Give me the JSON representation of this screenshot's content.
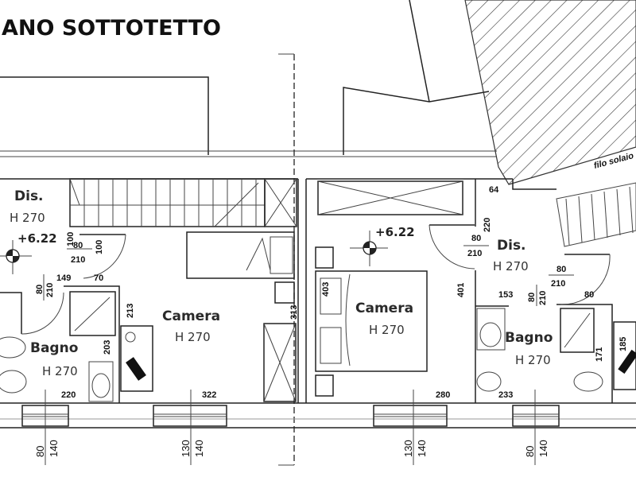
{
  "title": "ANO SOTTOTETTO",
  "annotation": "filo solaio",
  "units": {
    "left": {
      "dis": {
        "label": "Dis.",
        "height": "H 270",
        "level": "+6.22"
      },
      "bagno": {
        "label": "Bagno",
        "height": "H 270"
      },
      "camera": {
        "label": "Camera",
        "height": "H 270"
      },
      "dims": {
        "d100a": "100",
        "d80": "80",
        "d210": "210",
        "d100b": "100",
        "d149": "149",
        "d70": "70",
        "dr80": "80",
        "dr210": "210",
        "d213": "213",
        "d203": "203",
        "d220": "220",
        "d322": "322",
        "d313": "313"
      }
    },
    "right": {
      "camera": {
        "label": "Camera",
        "height": "H 270",
        "level": "+6.22"
      },
      "dis": {
        "label": "Dis.",
        "height": "H 270"
      },
      "bagno": {
        "label": "Bagno",
        "height": "H 270"
      },
      "dims": {
        "d64": "64",
        "d220": "220",
        "d80a": "80",
        "d210a": "210",
        "d80b": "80",
        "d210b": "210",
        "d403": "403",
        "d401": "401",
        "d153": "153",
        "dv80": "80",
        "dv210": "210",
        "d80c": "80",
        "d171": "171",
        "d185": "185",
        "d280": "280",
        "d233": "233"
      }
    }
  },
  "windows": [
    {
      "width": "80",
      "height": "140"
    },
    {
      "width": "130",
      "height": "140"
    },
    {
      "width": "130",
      "height": "140"
    },
    {
      "width": "80",
      "height": "140"
    }
  ]
}
